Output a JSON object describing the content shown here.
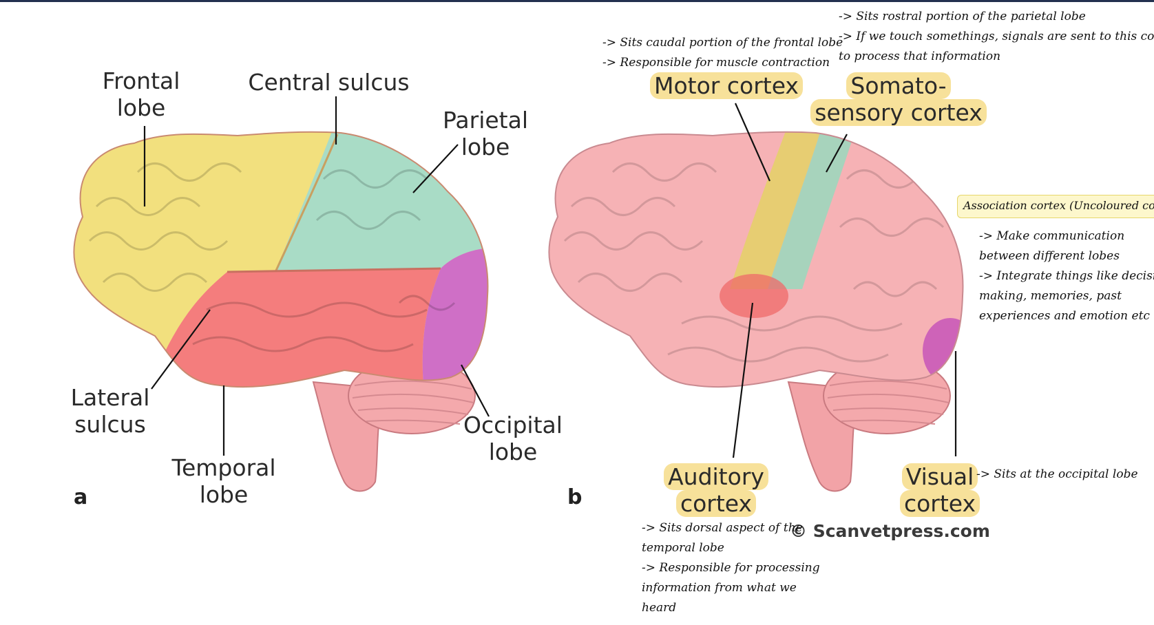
{
  "diagram_a": {
    "panel_label": "a",
    "labels": {
      "frontal_lobe": [
        "Frontal",
        "lobe"
      ],
      "central_sulcus": "Central sulcus",
      "parietal_lobe": [
        "Parietal",
        "lobe"
      ],
      "lateral_sulcus": [
        "Lateral",
        "sulcus"
      ],
      "temporal_lobe": [
        "Temporal",
        "lobe"
      ],
      "occipital_lobe": [
        "Occipital",
        "lobe"
      ]
    }
  },
  "diagram_b": {
    "panel_label": "b",
    "labels": {
      "motor_cortex": "Motor cortex",
      "somatosensory_cortex": [
        "Somato-",
        "sensory cortex"
      ],
      "auditory_cortex": [
        "Auditory",
        "cortex"
      ],
      "visual_cortex": [
        "Visual",
        "cortex"
      ]
    },
    "copyright": "© Scanvetpress.com"
  },
  "notes": {
    "motor": [
      "-> Sits caudal portion of the frontal lobe",
      "-> Responsible for muscle contraction"
    ],
    "somatosensory": [
      "-> Sits rostral portion of the parietal lobe",
      "-> If we touch somethings, signals are sent to this cortex",
      "to process that information"
    ],
    "association_title": "Association cortex (Uncoloured cortex)",
    "association": [
      "-> Make communication",
      "between different lobes",
      "-> Integrate things like decision",
      "making, memories, past",
      "experiences and emotion etc"
    ],
    "visual": "-> Sits at the occipital lobe",
    "auditory": [
      "-> Sits dorsal aspect of the",
      "temporal lobe",
      "-> Responsible for processing",
      "information from what we",
      "heard"
    ]
  },
  "colors": {
    "frontal": "#f2e07e",
    "parietal": "#a9dcc6",
    "temporal": "#f47d7d",
    "occipital": "#cf6fc6",
    "cortex_base": "#f6b2b5",
    "cerebellum": "#f4a9ac",
    "highlight": "#f7e19a",
    "top_bar": "#23314f"
  }
}
